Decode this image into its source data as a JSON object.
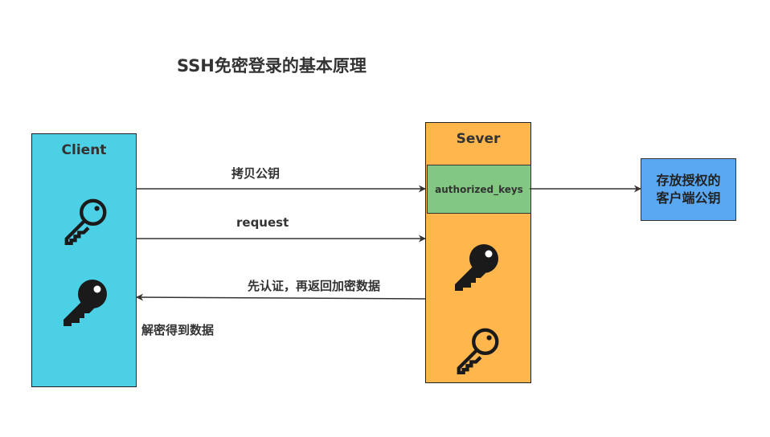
{
  "title": "SSH免密登录的基本原理",
  "colors": {
    "client_fill": "#4bd0e6",
    "server_fill": "#ffb64d",
    "keys_fill": "#82c882",
    "store_fill": "#5aa8f2",
    "line": "#333333",
    "key_icon": "#1a1a1a"
  },
  "client": {
    "label": "Client"
  },
  "server": {
    "label": "Sever"
  },
  "authorized_keys": {
    "label": "authorized_keys"
  },
  "store": {
    "line1": "存放授权的",
    "line2": "客户端公钥"
  },
  "edges": {
    "copy_pubkey": "拷贝公钥",
    "request": "request",
    "verify_return": "先认证，再返回加密数据",
    "decrypt": "解密得到数据"
  },
  "icons": {
    "client_top": "outline-key-icon",
    "client_bottom": "solid-key-icon",
    "server_top": "solid-key-icon",
    "server_bottom": "outline-key-icon"
  }
}
